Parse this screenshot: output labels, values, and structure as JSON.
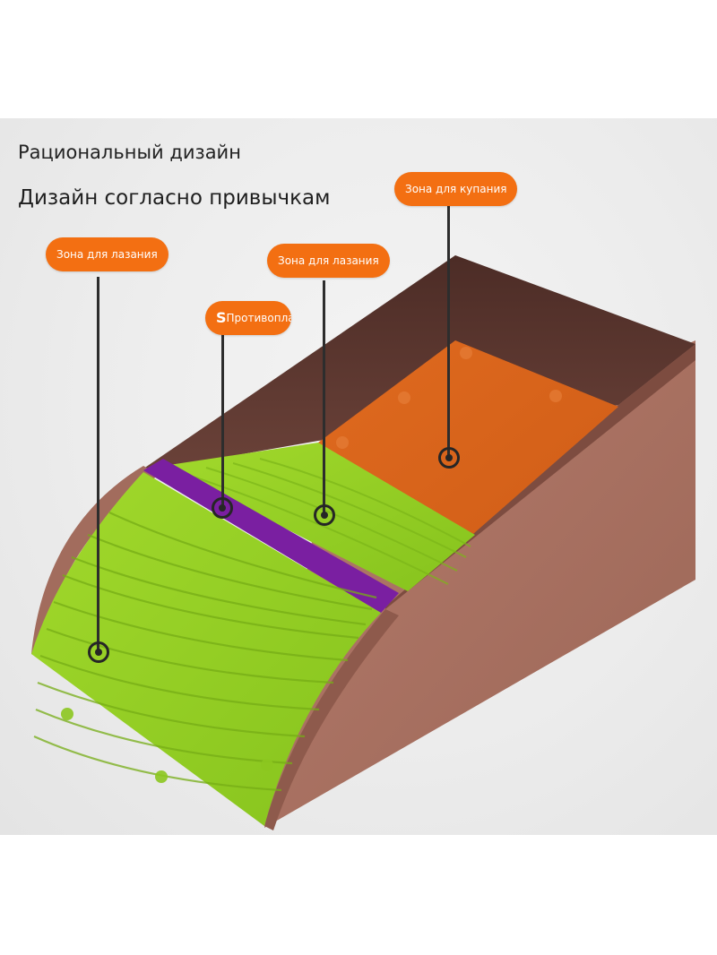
{
  "header": {
    "title": "Рациональный дизайн",
    "subtitle": "Дизайн согласно привычкам"
  },
  "callouts": {
    "climb_left": "Зона для лазания",
    "climb_middle": "Зона для лазания",
    "bathing": "Зона для купания",
    "non_slip_brand": "S",
    "non_slip_text": "Противоплав"
  },
  "colors": {
    "callout_bg": "#f36f12",
    "tray_shell": "#a96f62",
    "tray_inner": "#5e3a33",
    "ramp_green": "#94cf22",
    "strip_purple": "#7a1fa1",
    "bath_orange": "#d9641c"
  }
}
